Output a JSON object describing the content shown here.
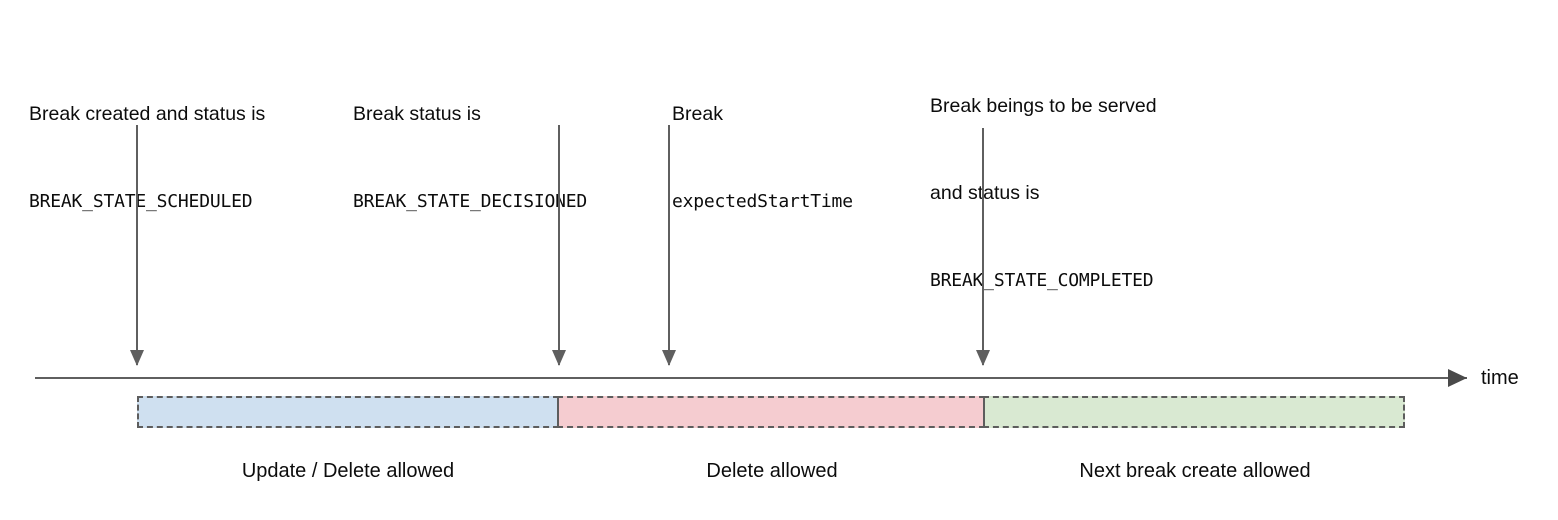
{
  "diagram": {
    "title_present": false,
    "axis": {
      "label": "time",
      "direction": "left-to-right",
      "arrow_icon": "arrow-right-icon"
    },
    "colors": {
      "bar_blue": "#cfe0f0",
      "bar_pink": "#f5ccd0",
      "bar_green": "#d9e9d2",
      "stroke_gray": "#5d5d5d",
      "arrow_gray": "#5f5f5f",
      "text": "#0c0c0c",
      "background": "#ffffff"
    },
    "annotations": [
      {
        "line1": "Break created and status is",
        "line2": "BREAK_STATE_SCHEDULED",
        "line3": "",
        "marker_name": "marker-arrow-scheduled"
      },
      {
        "line1": "Break status is",
        "line2": "BREAK_STATE_DECISIONED",
        "line3": "",
        "marker_name": "marker-arrow-decisioned"
      },
      {
        "line1": "Break",
        "line2": "expectedStartTime",
        "line3": "",
        "marker_name": "marker-arrow-expected-start-time"
      },
      {
        "line1": "Break beings to be served",
        "line2": "and status is",
        "line3": "BREAK_STATE_COMPLETED",
        "marker_name": "marker-arrow-completed"
      }
    ],
    "phases": [
      {
        "caption": "Update / Delete allowed",
        "color": "#cfe0f0"
      },
      {
        "caption": "Delete allowed",
        "color": "#f5ccd0"
      },
      {
        "caption": "Next break create allowed",
        "color": "#d9e9d2"
      }
    ]
  }
}
